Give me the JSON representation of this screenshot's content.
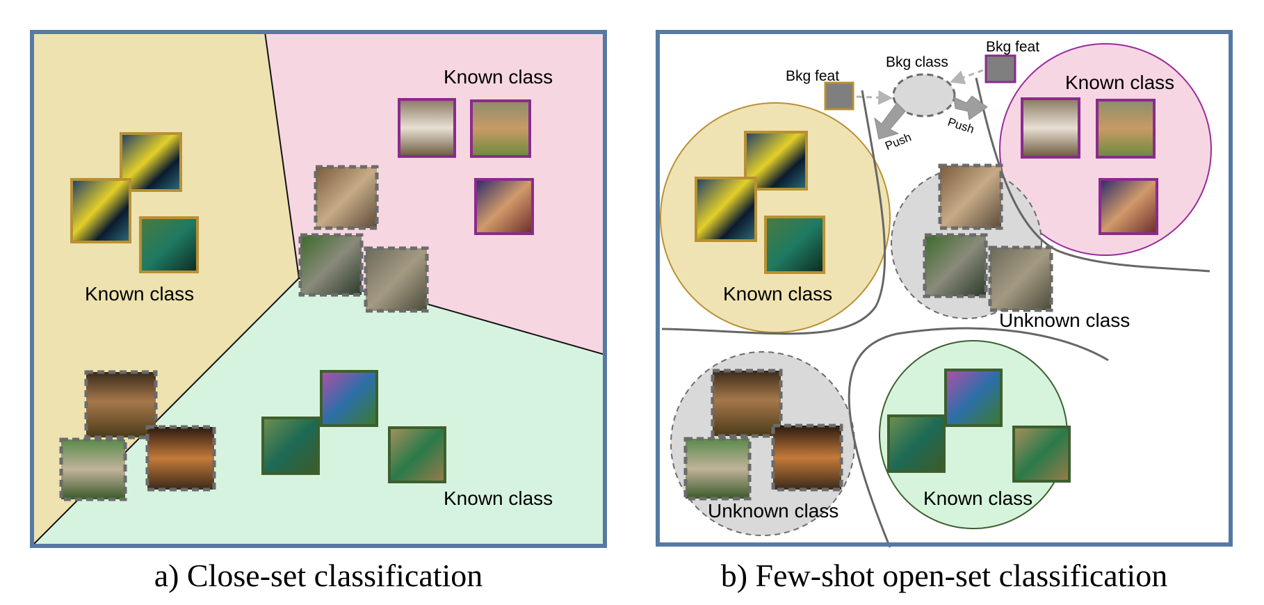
{
  "panel_a": {
    "caption": "a) Close-set classification",
    "labels": {
      "known_top_right": "Known class",
      "known_left": "Known class",
      "known_bottom_right": "Known class"
    },
    "regions": {
      "yellow": "#ede2b0",
      "pink": "#f6d6e1",
      "green": "#d6f3df"
    }
  },
  "panel_b": {
    "caption": "b) Few-shot open-set classification",
    "labels": {
      "known_top_right": "Known class",
      "known_left": "Known class",
      "known_bottom": "Known class",
      "unknown_center": "Unknown class",
      "unknown_bottom_left": "Unknown class",
      "bkg_class": "Bkg class",
      "bkg_feat_left": "Bkg feat",
      "bkg_feat_right": "Bkg feat",
      "push_left": "Push",
      "push_right": "Push"
    }
  },
  "colors": {
    "frame": "#5679a3",
    "fish_border": "#b89034",
    "dog_border": "#8a2b8c",
    "bird_border": "#3c5f2d",
    "unknown_border": "#6b6b6b",
    "known_circle_yellow": "#f0e3b3",
    "known_circle_pink": "#f6d6e3",
    "known_circle_green": "#d6f3dc",
    "unknown_circle": "#d9d9d9"
  },
  "icons": [
    "fish-image-icon",
    "dog-image-icon",
    "bird-image-icon",
    "sloth-image-icon",
    "mushroom-image-icon",
    "feature-square-icon",
    "push-arrow-icon"
  ]
}
